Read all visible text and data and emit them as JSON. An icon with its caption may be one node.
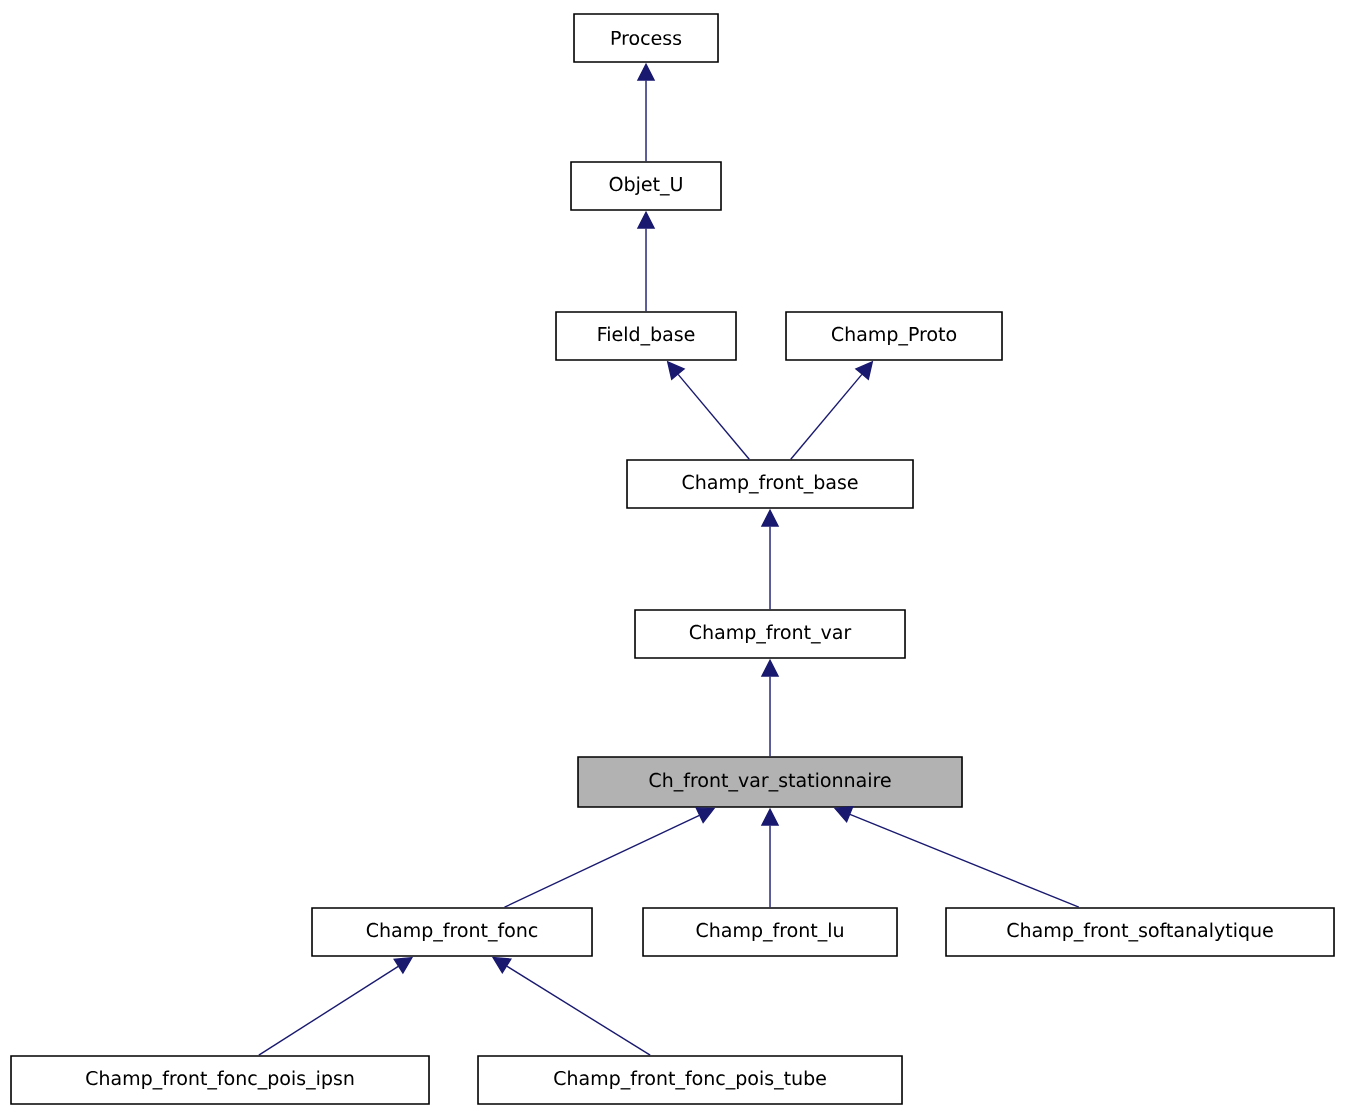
{
  "diagram": {
    "nodes": [
      {
        "text": [
          "Process"
        ]
      },
      {
        "text": [
          "Objet_U"
        ]
      },
      {
        "text": [
          "Field_base"
        ]
      },
      {
        "text": [
          "Champ_Proto"
        ]
      },
      {
        "text": [
          "Champ_front_base"
        ]
      },
      {
        "text": [
          "Champ_front_var"
        ]
      },
      {
        "text": [
          "Ch_front_var_stationnaire"
        ]
      },
      {
        "text": [
          "Champ_front_fonc"
        ]
      },
      {
        "text": [
          "Champ_front_lu"
        ]
      },
      {
        "text": [
          "Champ_front_softanalytique"
        ]
      },
      {
        "text": [
          "Champ_front_fonc_pois_ipsn"
        ]
      },
      {
        "text": [
          "Champ_front_fonc_pois_tube"
        ]
      }
    ],
    "edges": [
      {
        "from": 1,
        "to": 0,
        "arrow": "to"
      },
      {
        "from": 2,
        "to": 1,
        "arrow": "to"
      },
      {
        "from": 4,
        "to": 2,
        "arrow": "to"
      },
      {
        "from": 4,
        "to": 3,
        "arrow": "to"
      },
      {
        "from": 5,
        "to": 4,
        "arrow": "to"
      },
      {
        "from": 6,
        "to": 5,
        "arrow": "to"
      },
      {
        "from": 7,
        "to": 6,
        "arrow": "to"
      },
      {
        "from": 8,
        "to": 6,
        "arrow": "to"
      },
      {
        "from": 9,
        "to": 6,
        "arrow": "to"
      },
      {
        "from": 10,
        "to": 7,
        "arrow": "to"
      },
      {
        "from": 11,
        "to": 7,
        "arrow": "to"
      }
    ]
  }
}
